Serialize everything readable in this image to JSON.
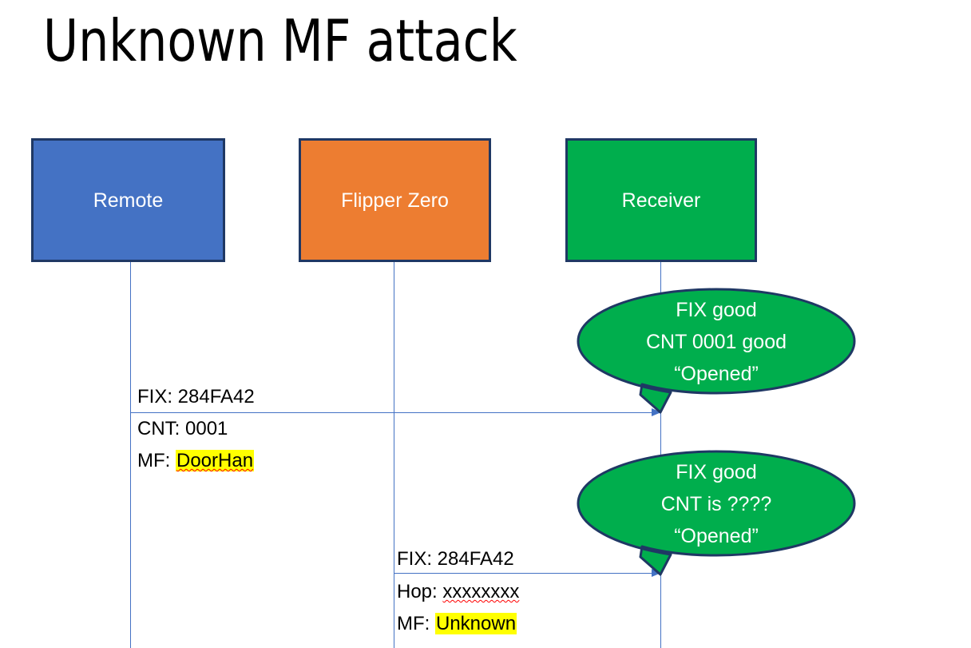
{
  "slide": {
    "title": "Unknown MF attack",
    "background_color": "#FFFFFF"
  },
  "colors": {
    "remote_fill": "#4472C4",
    "flipper_fill": "#ED7D31",
    "receiver_fill": "#00AE4D",
    "box_border": "#1F3864",
    "line": "#4472C4",
    "highlight": "#FFFF00",
    "spellcheck_underline": "#FF0000",
    "label_text": "#FFFFFF"
  },
  "actors": [
    {
      "id": "remote",
      "label": "Remote"
    },
    {
      "id": "flipper",
      "label": "Flipper Zero"
    },
    {
      "id": "receiver",
      "label": "Receiver"
    }
  ],
  "messages": [
    {
      "id": "msg-remote-to-receiver",
      "from": "remote",
      "to": "receiver",
      "lines": [
        {
          "label": "FIX: ",
          "value": "284FA42",
          "highlight": false,
          "spellcheck": false
        },
        {
          "label": "CNT: ",
          "value": "0001",
          "highlight": false,
          "spellcheck": false
        },
        {
          "label": "MF: ",
          "value": "DoorHan",
          "highlight": true,
          "spellcheck": true
        }
      ]
    },
    {
      "id": "msg-flipper-to-receiver",
      "from": "flipper",
      "to": "receiver",
      "lines": [
        {
          "label": "FIX: ",
          "value": "284FA42",
          "highlight": false,
          "spellcheck": false
        },
        {
          "label": "Hop: ",
          "value": "xxxxxxxx",
          "highlight": false,
          "spellcheck": true
        },
        {
          "label": "MF: ",
          "value": "Unknown",
          "highlight": true,
          "spellcheck": false
        }
      ]
    }
  ],
  "callouts": [
    {
      "id": "callout-receiver-1",
      "lines": [
        "FIX good",
        "CNT 0001 good",
        "“Opened”"
      ]
    },
    {
      "id": "callout-receiver-2",
      "lines": [
        "FIX good",
        "CNT is ????",
        "“Opened”"
      ]
    }
  ]
}
